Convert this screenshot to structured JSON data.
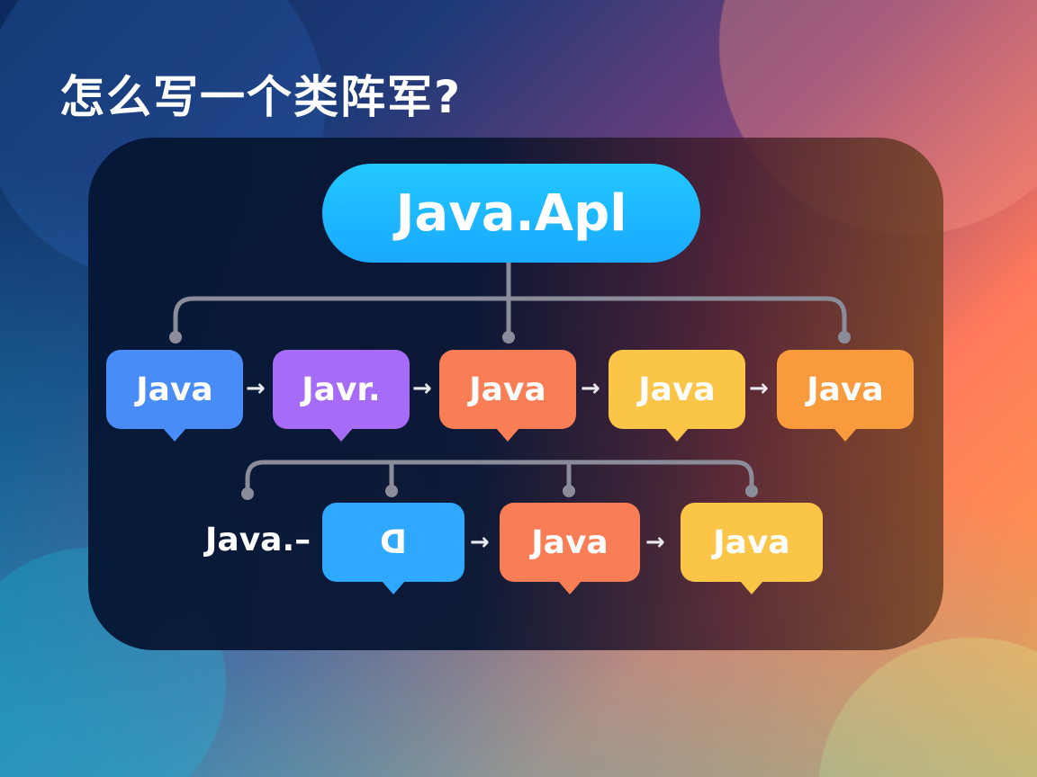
{
  "title": "怎么写一个类阵军?",
  "root": {
    "label": "Java.Apl",
    "color": "#1fb8ff"
  },
  "row1": {
    "nodes": [
      {
        "label": "Java",
        "color": "#4a8cf7"
      },
      {
        "label": "Javr.",
        "color": "#a66bf7"
      },
      {
        "label": "Java",
        "color": "#f97e55"
      },
      {
        "label": "Java",
        "color": "#fbc548"
      },
      {
        "label": "Java",
        "color": "#f99a3c"
      }
    ],
    "arrows": [
      "→",
      "→",
      "→",
      "→"
    ]
  },
  "row2": {
    "lead_label": "Java.–",
    "nodes": [
      {
        "label": "ᗡ",
        "color": "#2fa9ff",
        "icon": "glyph-icon"
      },
      {
        "label": "Java",
        "color": "#f97e55"
      },
      {
        "label": "Java",
        "color": "#fbc548"
      }
    ],
    "arrows": [
      "→",
      "→"
    ]
  },
  "colors": {
    "connector": "#8a8d99",
    "panel": "#0a1a3a"
  }
}
